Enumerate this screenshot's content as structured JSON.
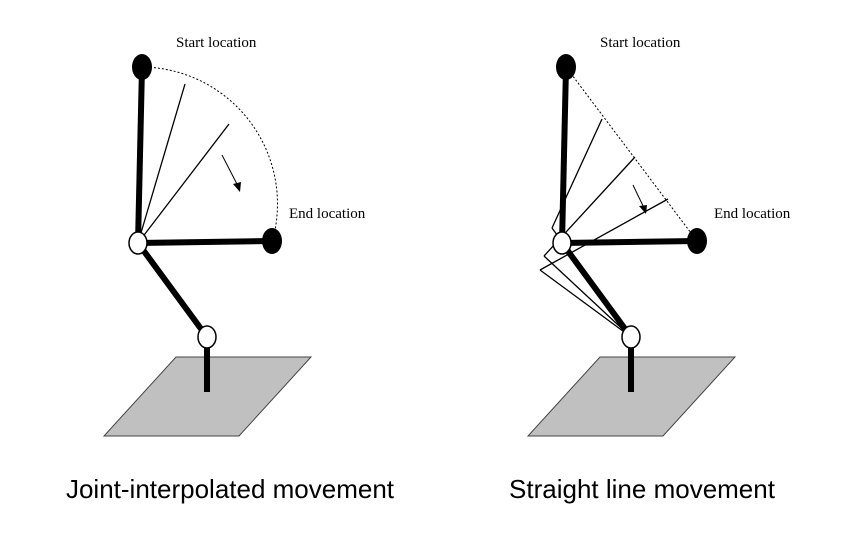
{
  "left_panel": {
    "start_label": "Start location",
    "end_label": "End location",
    "caption": "Joint-interpolated movement"
  },
  "right_panel": {
    "start_label": "Start location",
    "end_label": "End location",
    "caption": "Straight line movement"
  },
  "colors": {
    "background": "#ffffff",
    "base_plate": "#c0c0c0",
    "link": "#000000",
    "end_effector": "#000000",
    "joint": "#ffffff"
  }
}
